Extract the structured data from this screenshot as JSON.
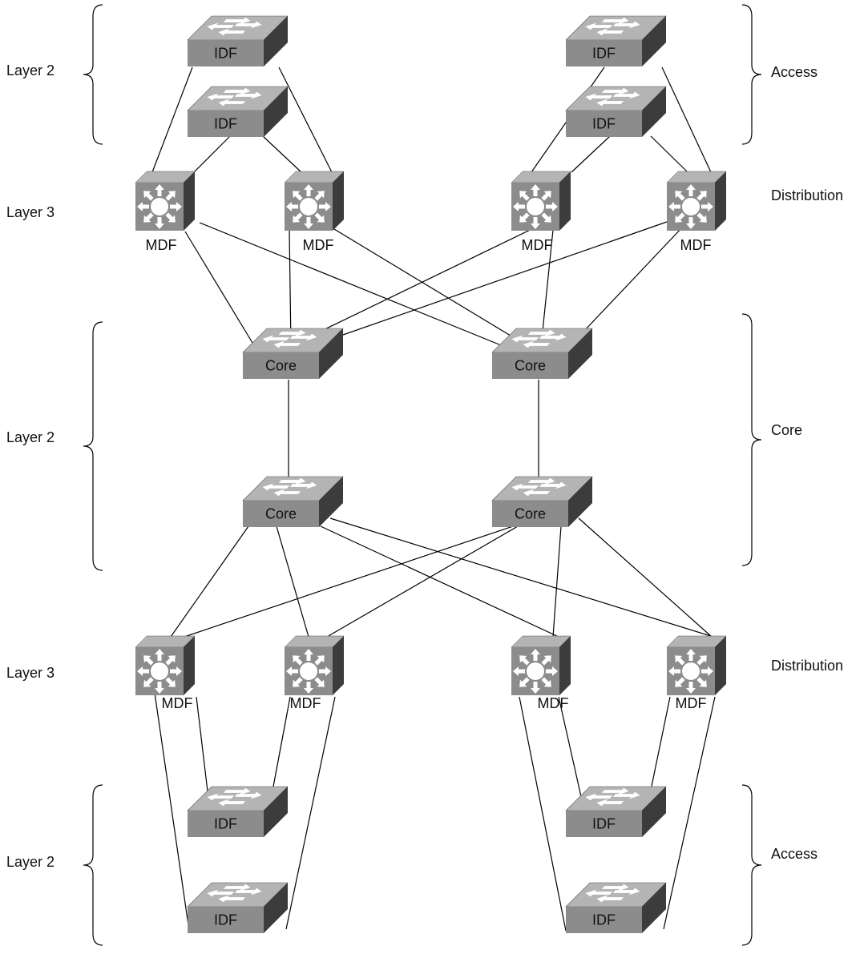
{
  "left_labels": [
    "Layer 2",
    "Layer 3",
    "Layer 2",
    "Layer 3",
    "Layer 2"
  ],
  "right_labels": [
    "Access",
    "Distribution",
    "Core",
    "Distribution",
    "Access"
  ],
  "devices": {
    "idf_top_l1": "IDF",
    "idf_top_l2": "IDF",
    "idf_top_r1": "IDF",
    "idf_top_r2": "IDF",
    "mdf_top_1": "MDF",
    "mdf_top_2": "MDF",
    "mdf_top_3": "MDF",
    "mdf_top_4": "MDF",
    "core_1": "Core",
    "core_2": "Core",
    "core_3": "Core",
    "core_4": "Core",
    "mdf_bot_1": "MDF",
    "mdf_bot_2": "MDF",
    "mdf_bot_3": "MDF",
    "mdf_bot_4": "MDF",
    "idf_bot_l1": "IDF",
    "idf_bot_l2": "IDF",
    "idf_bot_r1": "IDF",
    "idf_bot_r2": "IDF"
  },
  "colors": {
    "front": "#8c8c8c",
    "top": "#b4b4b4",
    "side": "#3c3c3c",
    "line": "#000000"
  }
}
